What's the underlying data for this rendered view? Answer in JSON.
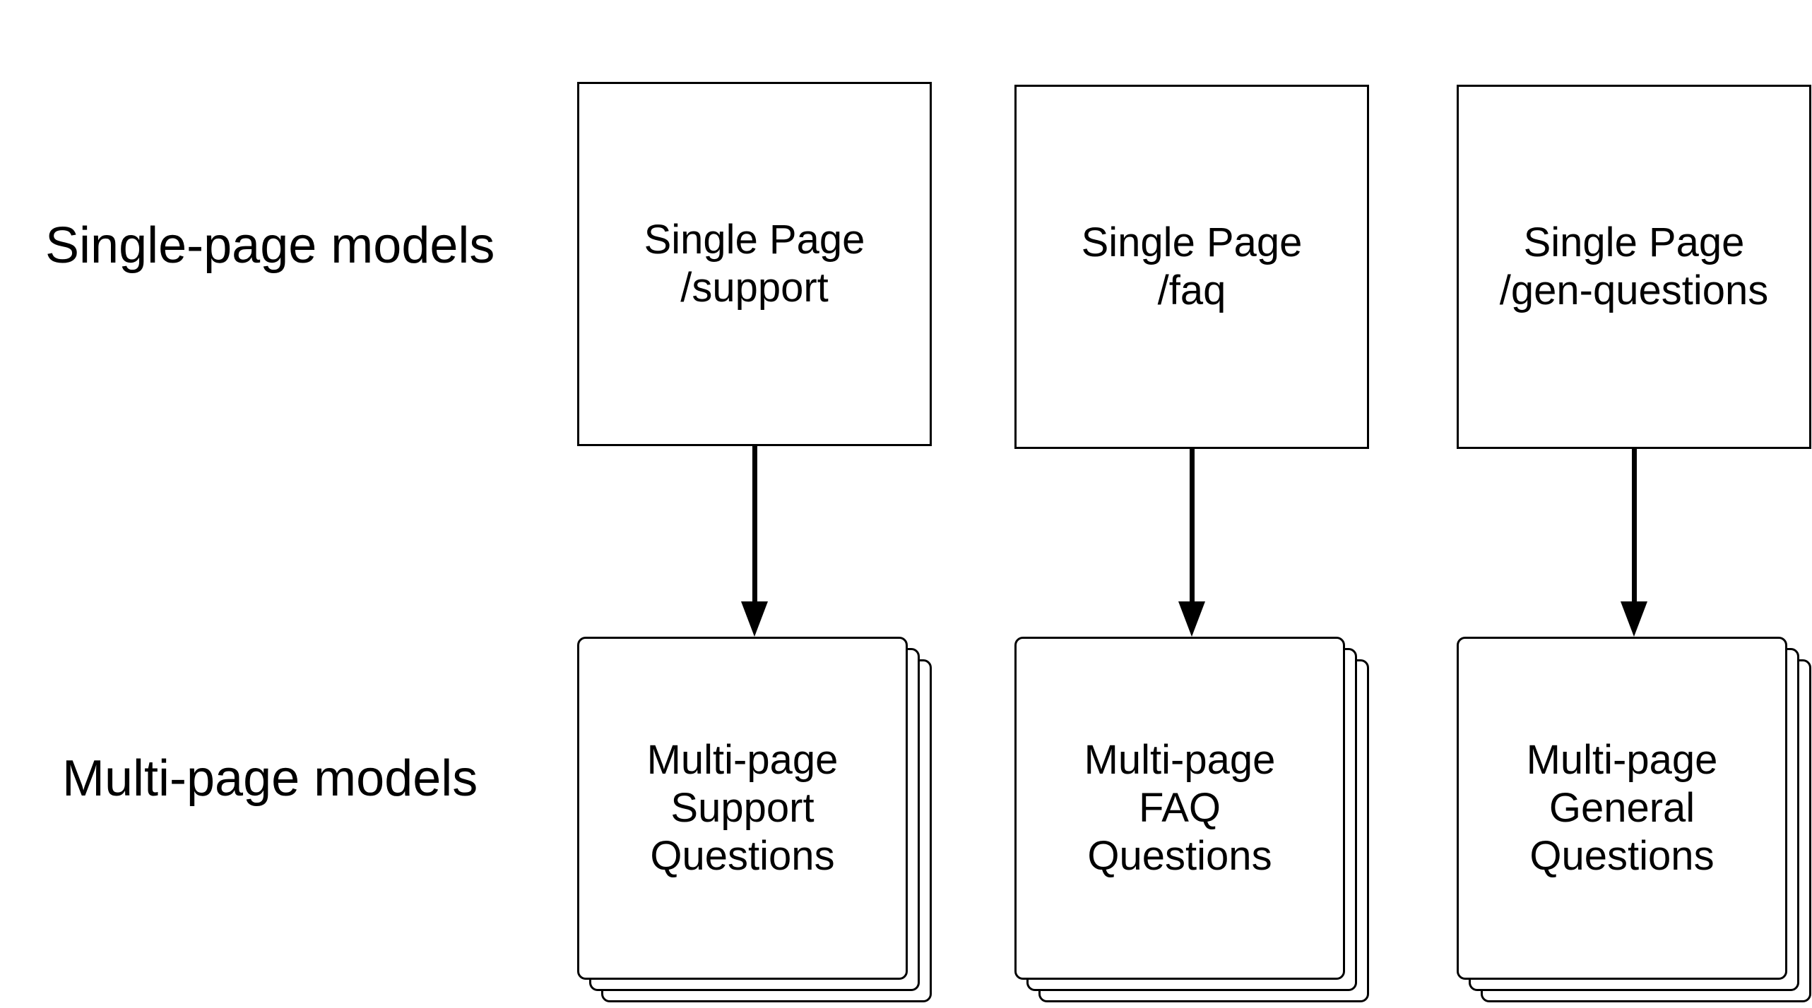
{
  "rows": {
    "single_label": "Single-page models",
    "multi_label": "Multi-page models"
  },
  "columns": [
    {
      "single": {
        "line1": "Single Page",
        "line2": "/support"
      },
      "multi": {
        "line1": "Multi-page",
        "line2": "Support",
        "line3": "Questions"
      }
    },
    {
      "single": {
        "line1": "Single Page",
        "line2": "/faq"
      },
      "multi": {
        "line1": "Multi-page",
        "line2": "FAQ",
        "line3": "Questions"
      }
    },
    {
      "single": {
        "line1": "Single Page",
        "line2": "/gen-questions"
      },
      "multi": {
        "line1": "Multi-page",
        "line2": "General",
        "line3": "Questions"
      }
    }
  ],
  "colors": {
    "stroke": "#000000",
    "background": "#ffffff"
  }
}
